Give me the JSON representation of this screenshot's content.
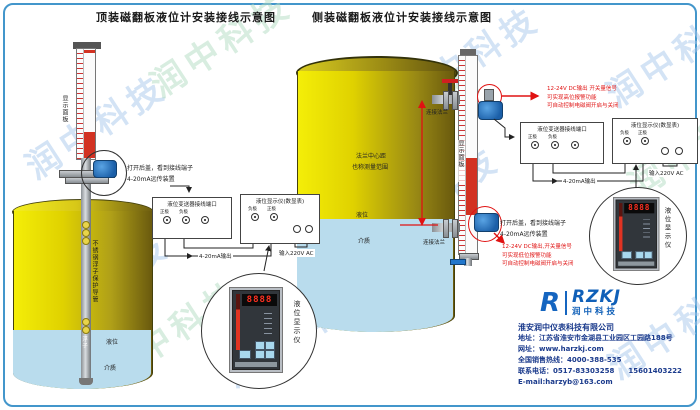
{
  "watermark": {
    "text": "润中科技"
  },
  "colors": {
    "border": "#4396cb",
    "tank_yellow": "#f2ec00",
    "liquid_blue": "#b9dced",
    "alert_red": "#e01212",
    "logo_blue": "#1060b8"
  },
  "left": {
    "title": "顶装磁翻板液位计安装接线示意图",
    "panel_label": "显示面板",
    "note1": "打开后盖，看到接线端子",
    "note2": "4-20mA远传装置",
    "tube_label": "不锈钢浮子保护导管",
    "float_label": "浮子",
    "level_label": "液位",
    "medium_label": "介质",
    "tbox": {
      "title": "液位变送器接线端口",
      "t1": "正极",
      "t2": "负极"
    },
    "dbox": {
      "title": "液位显示仪(数显表)",
      "t1": "负极",
      "t2": "正极"
    },
    "out_label": "4-20mA输出",
    "in_label": "输入220V AC",
    "meter_label": "液位显示仪",
    "meter_display": "8888"
  },
  "right": {
    "title": "侧装磁翻板液位计安装接线示意图",
    "panel_label": "显示面板",
    "flange_top": "连接法兰",
    "flange_bottom": "连接法兰",
    "range1": "法兰中心距",
    "range2": "也称测量范围",
    "level_label": "液位",
    "medium_label": "介质",
    "switch_top": [
      "12-24V DC输出 开关量信号",
      "可实现高位报警功能",
      "可自动控制电磁阀开启与关闭"
    ],
    "note1": "打开后盖，看到接线端子",
    "note2": "4-20mA远传装置",
    "switch_bottom": [
      "12-24V DC输出,开关量信号",
      "可实现低位报警功能",
      "可自动控制电磁阀开启与关闭"
    ],
    "tbox": {
      "title": "液位变送器接线端口",
      "t1": "正极",
      "t2": "负极"
    },
    "dbox": {
      "title": "液位显示仪(数显表)",
      "t1": "负极",
      "t2": "正极"
    },
    "out_label": "4-20mA输出",
    "in_label": "输入220V AC",
    "meter_label": "液位显示仪",
    "meter_display": "8888"
  },
  "company": {
    "logo_r": "R",
    "logo_text": "RZKJ",
    "logo_sub": "润中科技",
    "name": "淮安润中仪表科技有限公司",
    "address": "地址：江苏省淮安市金湖县工业园区工园路188号",
    "website": "网址：www.harzkj.com",
    "hotline": "全国销售热线：4000-388-535",
    "phone": "联系电话：0517-83303258　　15601403222",
    "email": "E-mail:harzyb@163.com"
  }
}
